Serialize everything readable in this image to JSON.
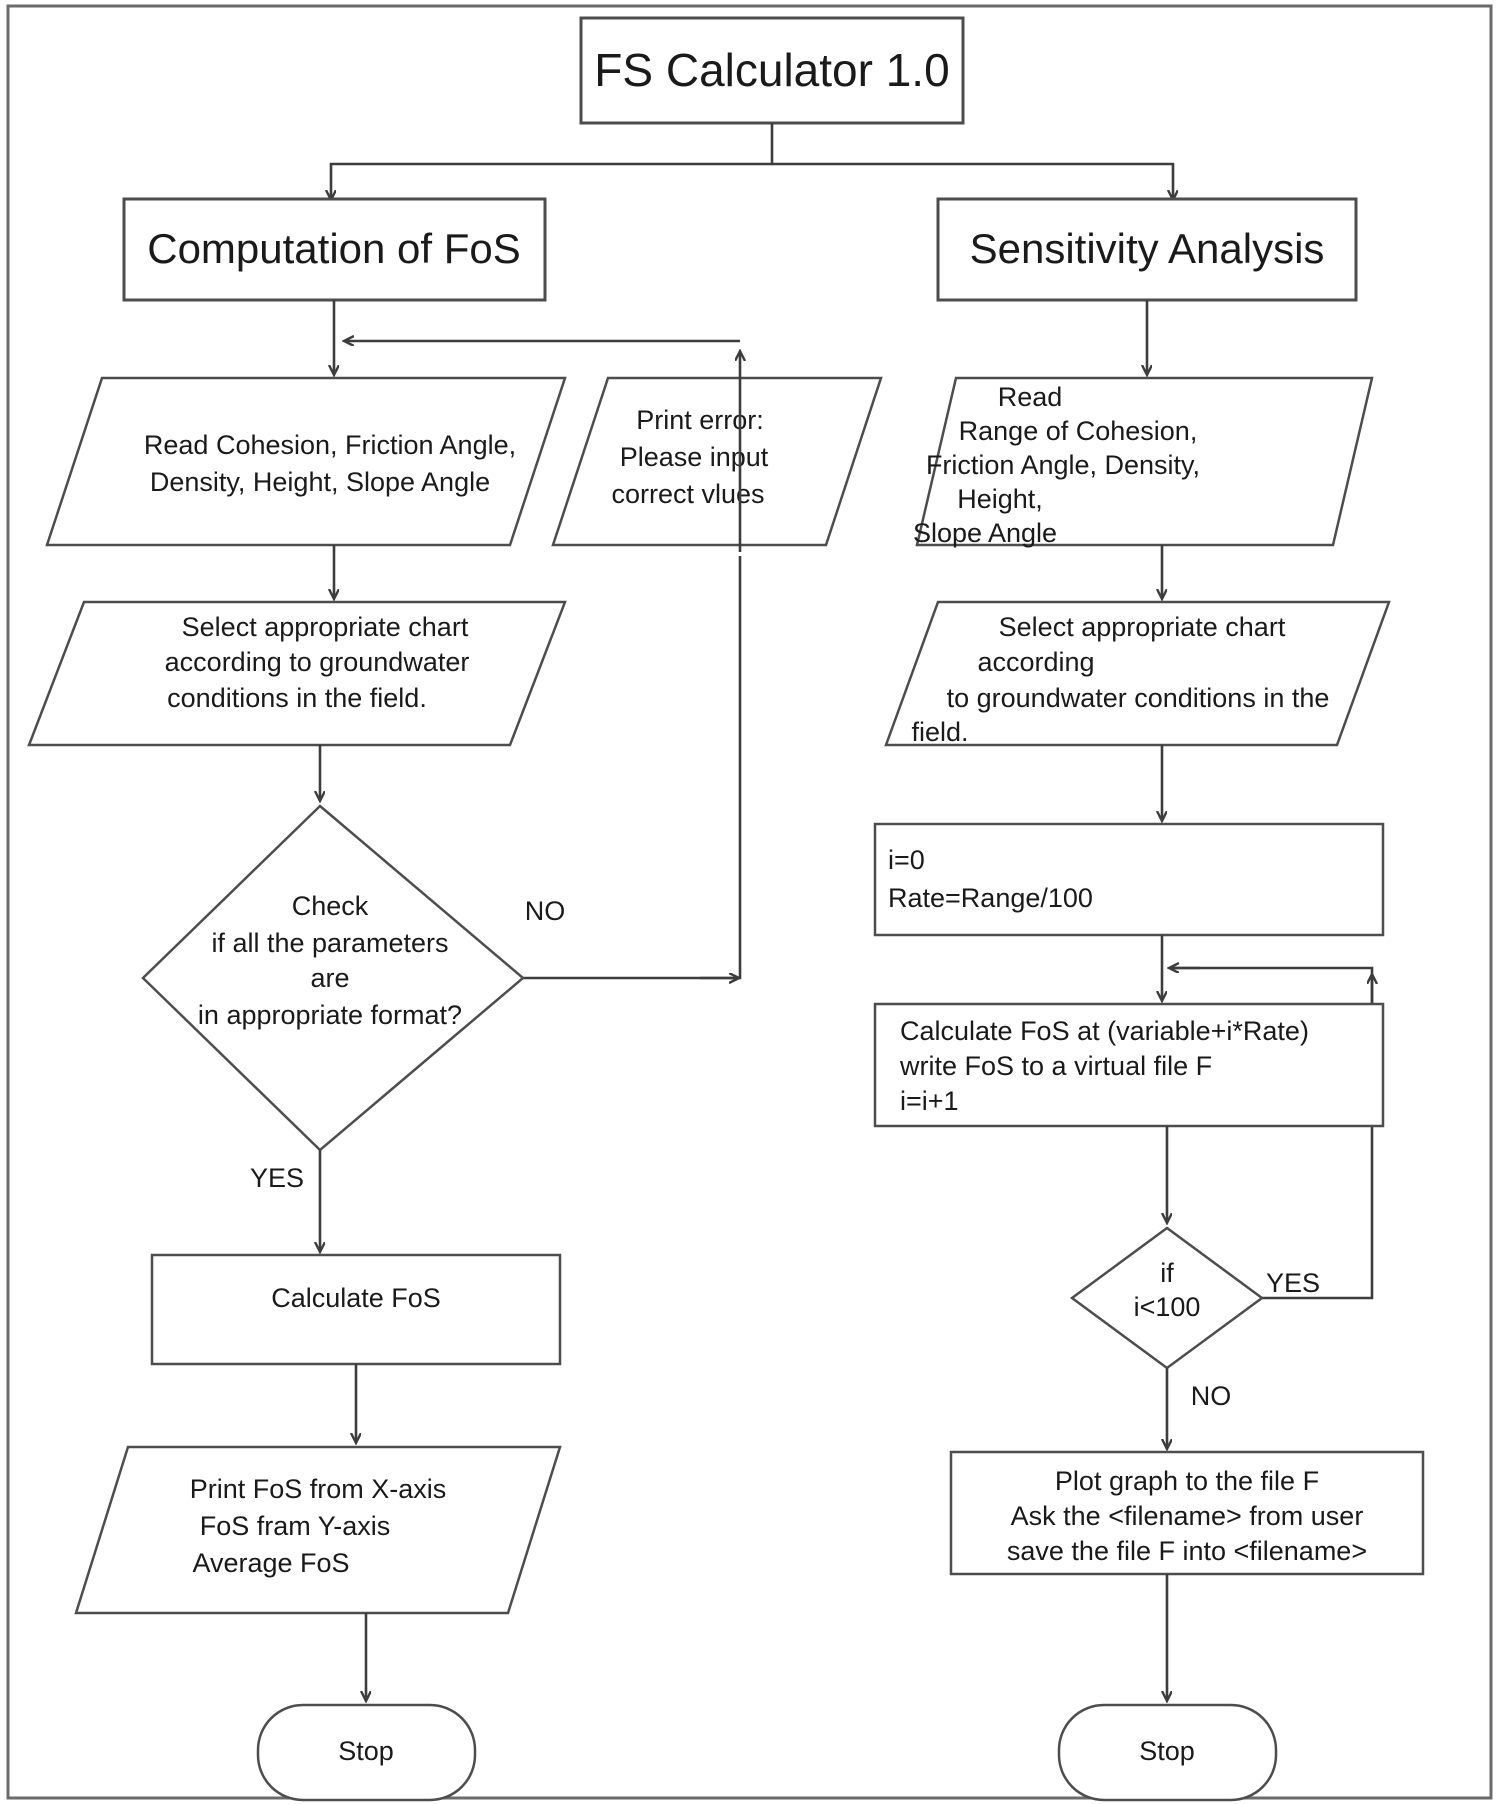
{
  "diagram": {
    "title": "FS Calculator 1.0",
    "branches": {
      "left": "Computation of FoS",
      "right": "Sensitivity Analysis"
    },
    "left_branch": {
      "read_inputs": {
        "line1": "Read Cohesion, Friction Angle,",
        "line2": "Density, Height, Slope Angle"
      },
      "print_error": {
        "line1": "Print error:",
        "line2": "Please input",
        "line3": "correct vlues"
      },
      "select_chart": {
        "line1": "Select appropriate chart",
        "line2": "according to groundwater",
        "line3": "conditions in the field."
      },
      "check_decision": {
        "line1": "Check",
        "line2": "if all the parameters",
        "line3": "are",
        "line4": "in appropriate format?"
      },
      "decision_no": "NO",
      "decision_yes": "YES",
      "calculate": "Calculate FoS",
      "print_results": {
        "line1": "Print FoS from X-axis",
        "line2": "FoS fram Y-axis",
        "line3": "Average FoS"
      },
      "stop": "Stop"
    },
    "right_branch": {
      "read_ranges": {
        "line1": "Read",
        "line2": "Range of Cohesion,",
        "line3": "Friction Angle, Density,",
        "line4": "Height,",
        "line5": "Slope Angle"
      },
      "select_chart": {
        "line1": "Select appropriate chart",
        "line2": "according",
        "line3": " to groundwater conditions in the",
        "line4": "field."
      },
      "init": {
        "line1": "i=0",
        "line2": "Rate=Range/100"
      },
      "loop_body": {
        "line1": "Calculate FoS at (variable+i*Rate)",
        "line2": "write FoS to a virtual file F",
        "line3": "i=i+1"
      },
      "loop_decision": {
        "line1": "if",
        "line2": "i<100"
      },
      "decision_yes": "YES",
      "decision_no": "NO",
      "plot": {
        "line1": "Plot graph to the file F",
        "line2": "Ask the <filename> from user",
        "line3": "save the file F into <filename>"
      },
      "stop": "Stop"
    },
    "colors": {
      "shape_stroke": "#4d4d4d",
      "connector": "#3d3d3d",
      "text": "#1a1a1a",
      "background": "#ffffff"
    }
  }
}
